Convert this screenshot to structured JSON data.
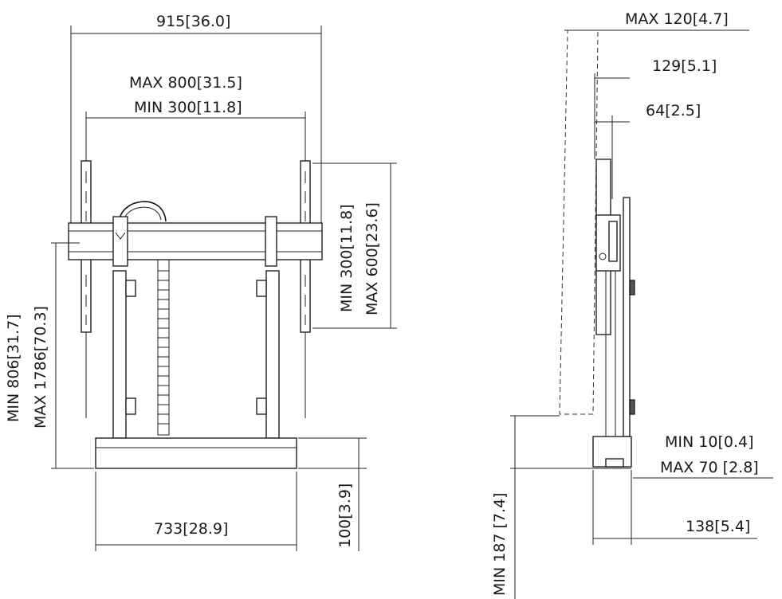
{
  "dimensions": {
    "overall_width": "915",
    "overall_width_in": "36.0",
    "vesa_max_h": "MAX 800",
    "vesa_max_h_in": "31.5",
    "vesa_min_h": "MIN 300",
    "vesa_min_h_in": "11.8",
    "vesa_min_v": "MIN 300",
    "vesa_min_v_in": "11.8",
    "vesa_max_v": "MAX 600",
    "vesa_max_v_in": "23.6",
    "height_min": "MIN 806",
    "height_min_in": "31.7",
    "height_max": "MAX 1786",
    "height_max_in": "70.3",
    "base_width": "733",
    "base_width_in": "28.9",
    "base_height": "100",
    "base_height_in": "3.9",
    "tilt_depth": "MAX 120",
    "tilt_depth_in": "4.7",
    "depth_129": "129",
    "depth_129_in": "5.1",
    "depth_64": "64",
    "depth_64_in": "2.5",
    "floor_min": "MIN 10",
    "floor_min_in": "0.4",
    "floor_max": "MAX 70",
    "floor_max_in": "2.8",
    "base_depth": "138",
    "base_depth_in": "5.4",
    "screen_bottom_min": "MIN 187",
    "screen_bottom_min_in": "7.4"
  }
}
